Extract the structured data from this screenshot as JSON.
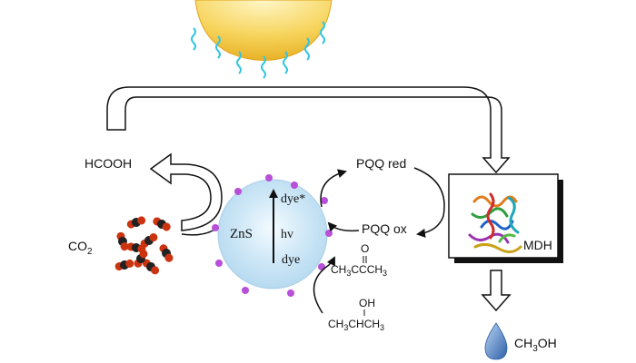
{
  "labels": {
    "hcooh": "HCOOH",
    "co2": "CO",
    "co2_sub": "2",
    "zns": "ZnS",
    "dye_excited": "dye*",
    "hv": "hv",
    "dye": "dye",
    "pqq_red": "PQQ red",
    "pqq_ox": "PQQ ox",
    "mdh": "MDH",
    "methanol_a": "CH",
    "methanol_sub": "3",
    "methanol_b": "OH",
    "acetone_o": "O",
    "acetone_a": "CH",
    "acetone_sub1": "3",
    "acetone_b": "CCCH",
    "acetone_sub2": "3",
    "ipa_oh": "OH",
    "ipa_a": "CH",
    "ipa_sub1": "3",
    "ipa_b": "CHCH",
    "ipa_sub2": "3"
  },
  "colors": {
    "sun": "#f2c23a",
    "light_waves": "#34c6e0",
    "sphere": "#cfe8f7",
    "sphere_dots": "#b84fd8",
    "arrows": "#111111",
    "droplet": "#5b8fd1",
    "co2_carbon": "#222222",
    "co2_oxygen": "#cc3311"
  },
  "icons": [
    "sun-icon",
    "light-wave-icon",
    "co2-molecule-icon",
    "zns-particle-icon",
    "enzyme-structure-icon",
    "water-droplet-icon"
  ]
}
